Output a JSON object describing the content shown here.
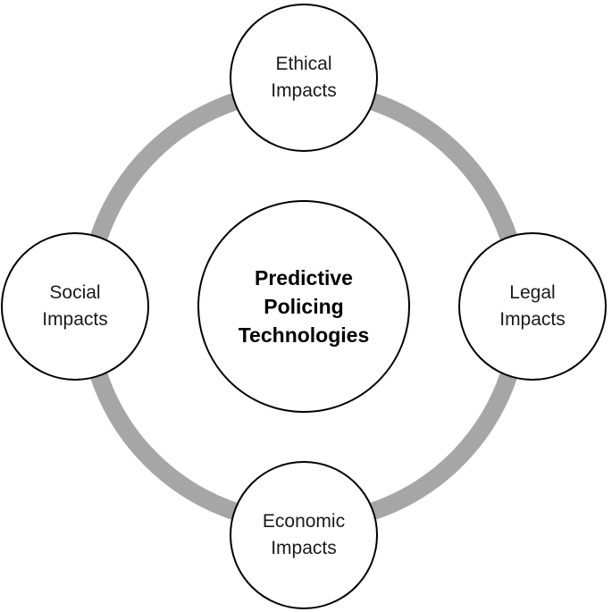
{
  "center": {
    "label": "Predictive\nPolicing\nTechnologies"
  },
  "nodes": {
    "top": {
      "label": "Ethical\nImpacts"
    },
    "right": {
      "label": "Legal\nImpacts"
    },
    "bottom": {
      "label": "Economic\nImpacts"
    },
    "left": {
      "label": "Social\nImpacts"
    }
  },
  "colors": {
    "ring": "#a6a6a6",
    "node_fill": "#ffffff",
    "node_stroke": "#000000"
  }
}
